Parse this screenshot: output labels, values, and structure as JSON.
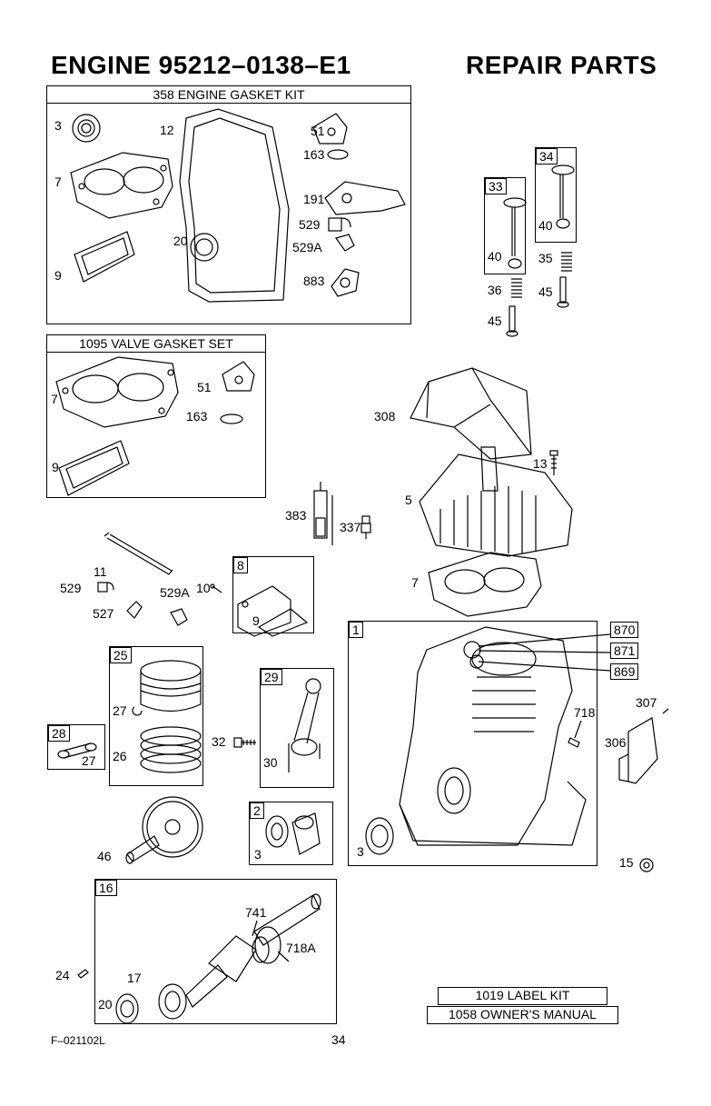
{
  "header": {
    "title_left": "ENGINE 95212–0138–E1",
    "title_right": "REPAIR PARTS"
  },
  "kits": {
    "engine_gasket": "358 ENGINE GASKET KIT",
    "valve_gasket": "1095 VALVE GASKET SET",
    "label_kit": "1019 LABEL KIT",
    "owners_manual": "1058 OWNER'S MANUAL"
  },
  "parts": {
    "p3a": "3",
    "p12": "12",
    "p51a": "51",
    "p163a": "163",
    "p7a": "7",
    "p191": "191",
    "p529a": "529",
    "p20a": "20",
    "p529Aa": "529A",
    "p9a": "9",
    "p883": "883",
    "p7b": "7",
    "p51b": "51",
    "p163b": "163",
    "p9b": "9",
    "p33": "33",
    "p34": "34",
    "p40a": "40",
    "p40b": "40",
    "p35": "35",
    "p36": "36",
    "p45a": "45",
    "p45b": "45",
    "p308": "308",
    "p13": "13",
    "p5": "5",
    "p383": "383",
    "p337": "337",
    "p11": "11",
    "p529b": "529",
    "p529Ab": "529A",
    "p10": "10",
    "p527": "527",
    "p8": "8",
    "p9c": "9",
    "p7c": "7",
    "p1": "1",
    "p870": "870",
    "p871": "871",
    "p869": "869",
    "p25": "25",
    "p27a": "27",
    "p26": "26",
    "p28": "28",
    "p27b": "27",
    "p32": "32",
    "p29": "29",
    "p30": "30",
    "p718": "718",
    "p307": "307",
    "p306": "306",
    "p46": "46",
    "p2": "2",
    "p3b": "3",
    "p3c": "3",
    "p15": "15",
    "p16": "16",
    "p741": "741",
    "p718A": "718A",
    "p24": "24",
    "p17": "17",
    "p20b": "20"
  },
  "footer": {
    "code": "F–021102L",
    "page": "34"
  }
}
